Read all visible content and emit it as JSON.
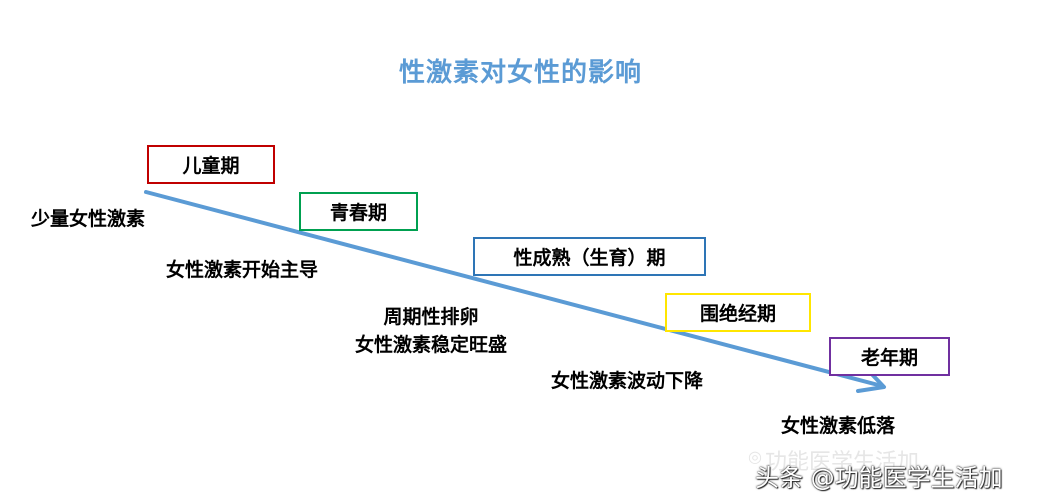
{
  "title": "性激素对女性的影响",
  "arrow_color": "#5b9bd5",
  "stages": [
    {
      "id": "childhood",
      "label": "儿童期",
      "border": "#c00000"
    },
    {
      "id": "puberty",
      "label": "青春期",
      "border": "#00a050"
    },
    {
      "id": "maturity",
      "label": "性成熟（生育）期",
      "border": "#2e75b6"
    },
    {
      "id": "menopause",
      "label": "围绝经期",
      "border": "#ffe600"
    },
    {
      "id": "elderly",
      "label": "老年期",
      "border": "#7030a0"
    }
  ],
  "descriptions": [
    {
      "id": "childhood",
      "lines": [
        "少量女性激素"
      ]
    },
    {
      "id": "puberty",
      "lines": [
        "女性激素开始主导"
      ]
    },
    {
      "id": "maturity",
      "lines": [
        "周期性排卵",
        "女性激素稳定旺盛"
      ]
    },
    {
      "id": "menopause",
      "lines": [
        "女性激素波动下降"
      ]
    },
    {
      "id": "elderly",
      "lines": [
        "女性激素低落"
      ]
    }
  ],
  "watermark": {
    "faint": "功能医学生活加",
    "icon": "wechat-icon",
    "main": "头条 @功能医学生活加"
  }
}
